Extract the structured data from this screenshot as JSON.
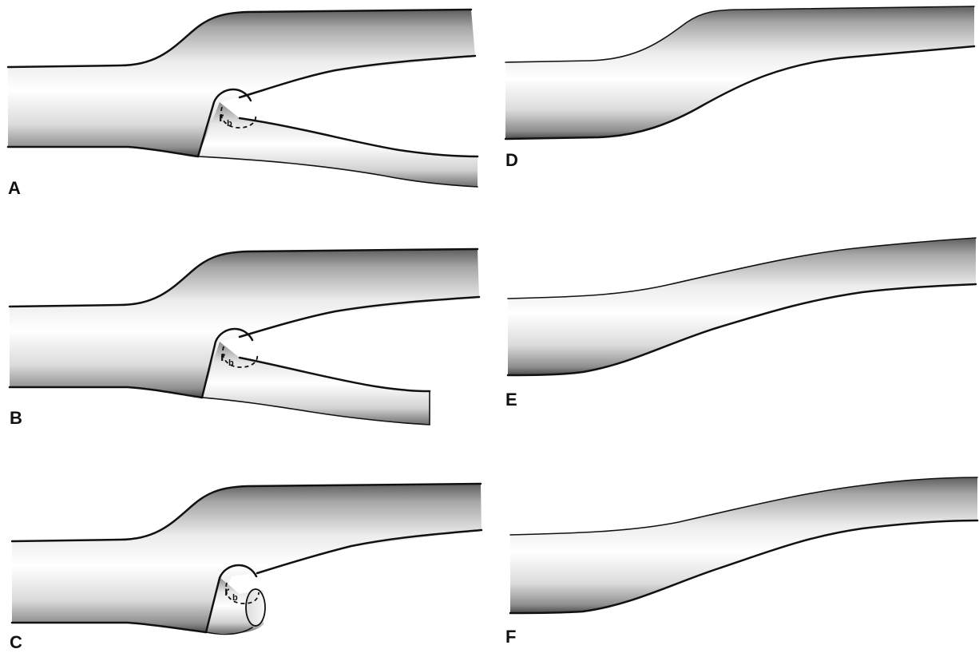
{
  "panels": [
    {
      "id": "A",
      "label": "A",
      "description_kind": "bifurcation-full-branch",
      "has_radius_marker": true
    },
    {
      "id": "B",
      "label": "B",
      "description_kind": "bifurcation-truncated-branch",
      "has_radius_marker": true
    },
    {
      "id": "C",
      "label": "C",
      "description_kind": "bifurcation-stub-branch",
      "has_radius_marker": true
    },
    {
      "id": "D",
      "label": "D",
      "description_kind": "single-vessel",
      "has_radius_marker": false
    },
    {
      "id": "E",
      "label": "E",
      "description_kind": "single-vessel",
      "has_radius_marker": false
    },
    {
      "id": "F",
      "label": "F",
      "description_kind": "single-vessel",
      "has_radius_marker": false
    }
  ],
  "radius_marker": {
    "symbol": "r",
    "subscript": "b"
  },
  "colors": {
    "outline": "#111111",
    "vessel_highlight": "#ffffff",
    "vessel_shadow": "#6a6a6a",
    "background": "#ffffff"
  }
}
